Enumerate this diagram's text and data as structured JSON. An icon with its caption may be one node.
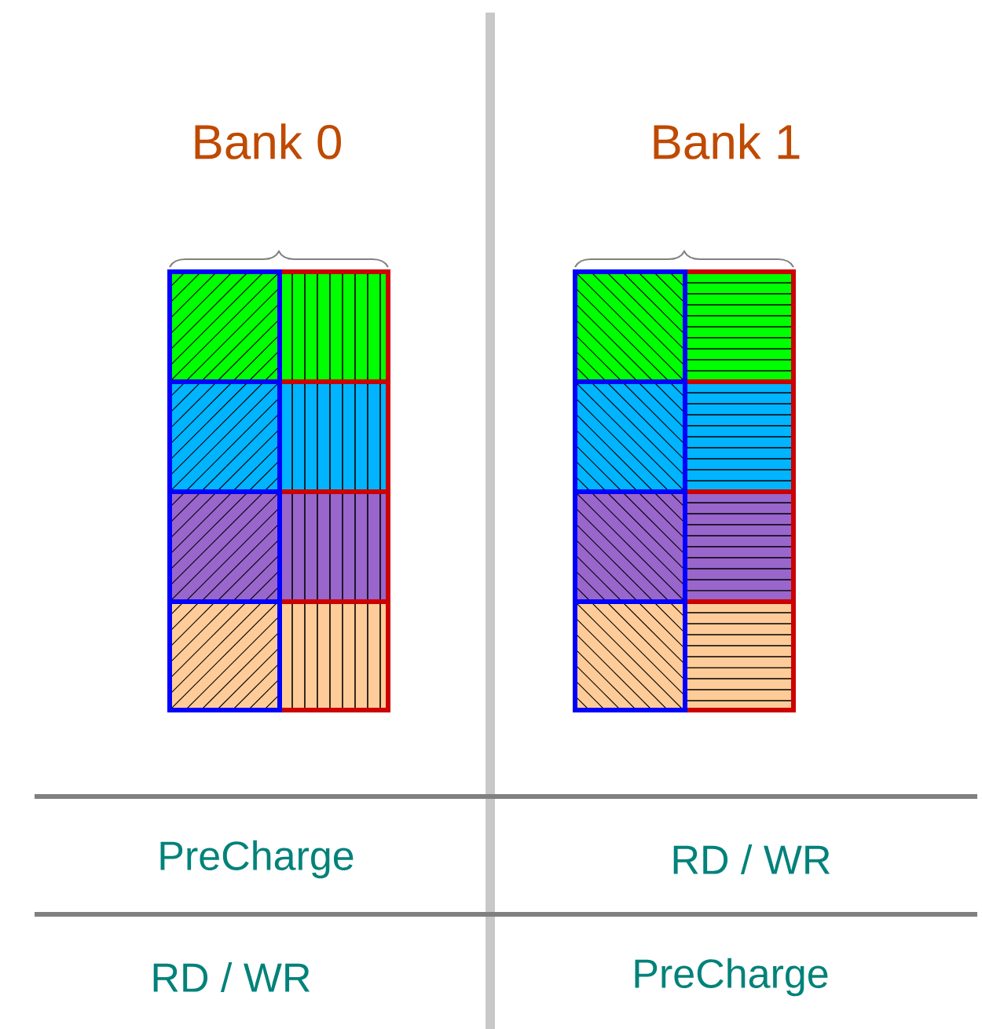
{
  "diagram": {
    "labels": [
      "Bank 0",
      "Bank 1",
      "PreCharge",
      "RD / WR",
      "RD / WR",
      "PreCharge"
    ]
  }
}
